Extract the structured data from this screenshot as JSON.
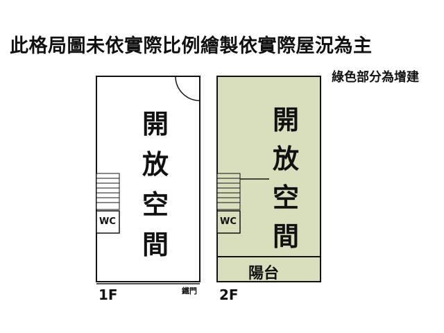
{
  "title": "此格局圖未依實際比例繪製依實際屋況為主",
  "note": "綠色部分為增建",
  "floor1": {
    "label": "1F",
    "room_chars": [
      "開",
      "放",
      "空",
      "間"
    ],
    "wc": "WC",
    "gate": "鐵門"
  },
  "floor2": {
    "label": "2F",
    "room_chars": [
      "開",
      "放",
      "空",
      "間"
    ],
    "wc": "WC",
    "balcony": "陽台"
  },
  "colors": {
    "addition_fill": "#d9dfbc",
    "line": "#111111"
  }
}
